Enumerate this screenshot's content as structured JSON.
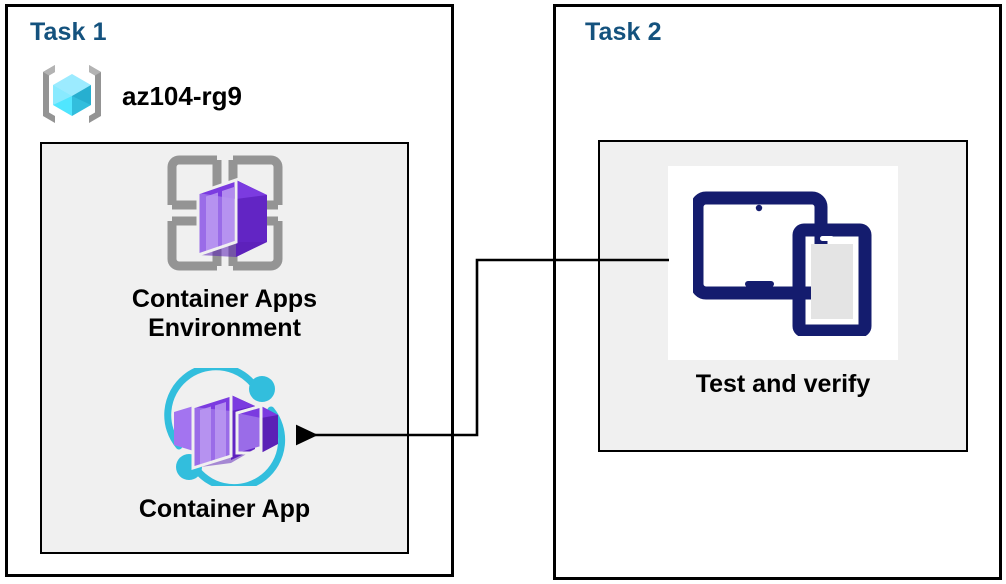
{
  "diagram": {
    "title_color": "#14527E",
    "panel_border_color": "#000000",
    "inner_box_fill": "#F0F0F0"
  },
  "task1": {
    "title": "Task 1",
    "resource_group": {
      "label": "az104-rg9",
      "icon": "azure-resource-group-icon",
      "cube_color": "#50E6FF",
      "bracket_color": "#949494"
    },
    "nodes": [
      {
        "id": "container-apps-environment",
        "label": "Container Apps\nEnvironment",
        "icon": "azure-container-apps-environment-icon",
        "accent_color": "#7230D8",
        "frame_color": "#949494"
      },
      {
        "id": "container-app",
        "label": "Container App",
        "icon": "azure-container-app-icon",
        "accent_color": "#7230D8",
        "ring_color": "#32BEDD"
      }
    ]
  },
  "task2": {
    "title": "Task 2",
    "nodes": [
      {
        "id": "test-and-verify",
        "label": "Test and verify",
        "icon": "tablet-and-phone-icon",
        "accent_color": "#141C6E",
        "tile_color": "#FFFFFF"
      }
    ]
  },
  "connector": {
    "id": "test-to-container-app",
    "from": "test-and-verify",
    "to": "container-app",
    "style": "elbow-arrow",
    "color": "#000000",
    "arrow_direction": "left"
  }
}
